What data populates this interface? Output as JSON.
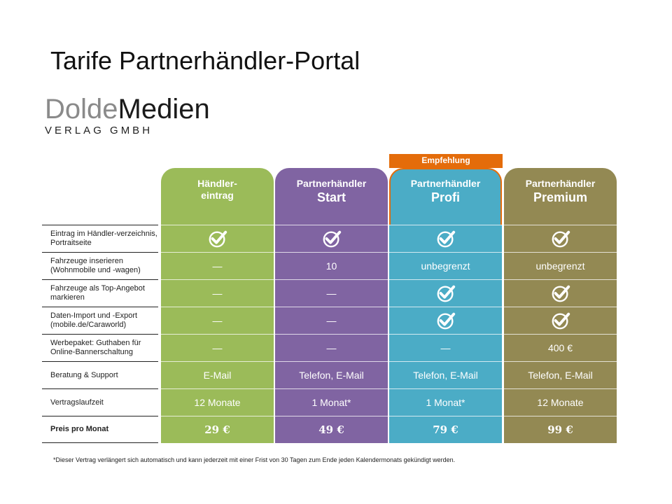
{
  "title": "Tarife Partnerhändler-Portal",
  "logo": {
    "part1": "Dolde",
    "part2": "Medien",
    "subline": "VERLAG GMBH"
  },
  "recommendation_badge": "Empfehlung",
  "columns": [
    {
      "id": "handler",
      "line1": "Händler-",
      "line2": "eintrag",
      "color": "#9bbb59"
    },
    {
      "id": "start",
      "line1": "Partnerhändler",
      "line2": "Start",
      "color": "#8064a2"
    },
    {
      "id": "profi",
      "line1": "Partnerhändler",
      "line2": "Profi",
      "color": "#4bacc6"
    },
    {
      "id": "premium",
      "line1": "Partnerhändler",
      "line2": "Premium",
      "color": "#938953"
    }
  ],
  "rows": [
    {
      "label": "Eintrag im Händler-verzeichnis, Portraitseite",
      "cells": [
        "check",
        "check",
        "check",
        "check"
      ]
    },
    {
      "label": "Fahrzeuge inserieren (Wohnmobile und -wagen)",
      "cells": [
        "—",
        "10",
        "unbegrenzt",
        "unbegrenzt"
      ]
    },
    {
      "label": "Fahrzeuge als Top-Angebot markieren",
      "cells": [
        "—",
        "—",
        "check",
        "check"
      ]
    },
    {
      "label": "Daten-Import und -Export (mobile.de/Caraworld)",
      "cells": [
        "—",
        "—",
        "check",
        "check"
      ]
    },
    {
      "label": "Werbepaket: Guthaben für Online-Bannerschaltung",
      "cells": [
        "—",
        "—",
        "—",
        "400 €"
      ]
    },
    {
      "label": "Beratung & Support",
      "cells": [
        "E-Mail",
        "Telefon, E-Mail",
        "Telefon, E-Mail",
        "Telefon, E-Mail"
      ]
    },
    {
      "label": "Vertragslaufzeit",
      "cells": [
        "12 Monate",
        "1 Monat*",
        "1 Monat*",
        "12 Monate"
      ]
    },
    {
      "label": "Preis pro Monat",
      "cells": [
        "29 €",
        "49 €",
        "79 €",
        "99 €"
      ]
    }
  ],
  "icons": {
    "check": "check-circle-icon"
  },
  "footnote": "*Dieser Vertrag verlängert sich automatisch und kann jederzeit mit einer Frist von 30 Tagen zum Ende jeden Kalendermonats gekündigt werden."
}
